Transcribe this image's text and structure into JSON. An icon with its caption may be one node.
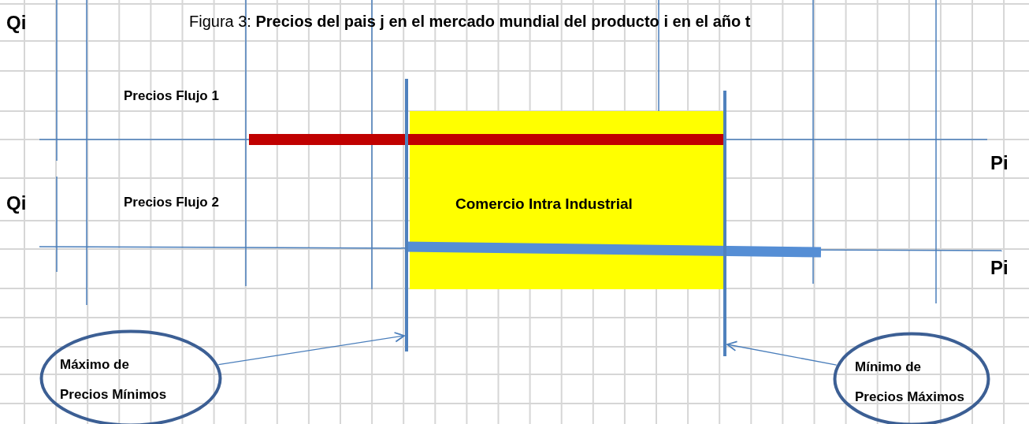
{
  "diagram": {
    "title": "Figura 3:  **Precios del pais j en el mercado mundial del producto i en el año t**",
    "nodes": [
      {
        "text": [
          "Comercio Intra Industrial"
        ]
      },
      {
        "text": [],
        "shape": "bar"
      },
      {
        "text": [],
        "shape": "bar"
      },
      {
        "text": [
          "Máximo de Precios Mínimos"
        ]
      },
      {
        "text": [
          "Mínimo de Precios Máximos"
        ]
      }
    ],
    "edges": [
      {
        "from": 3,
        "to": 1,
        "arrow": "to"
      },
      {
        "from": 4,
        "to": 2,
        "arrow": "to"
      }
    ],
    "labels": [
      "Qi",
      "Precios Flujo 1",
      "Pi",
      "Qi",
      "Precios Flujo 2",
      "Pi"
    ]
  }
}
